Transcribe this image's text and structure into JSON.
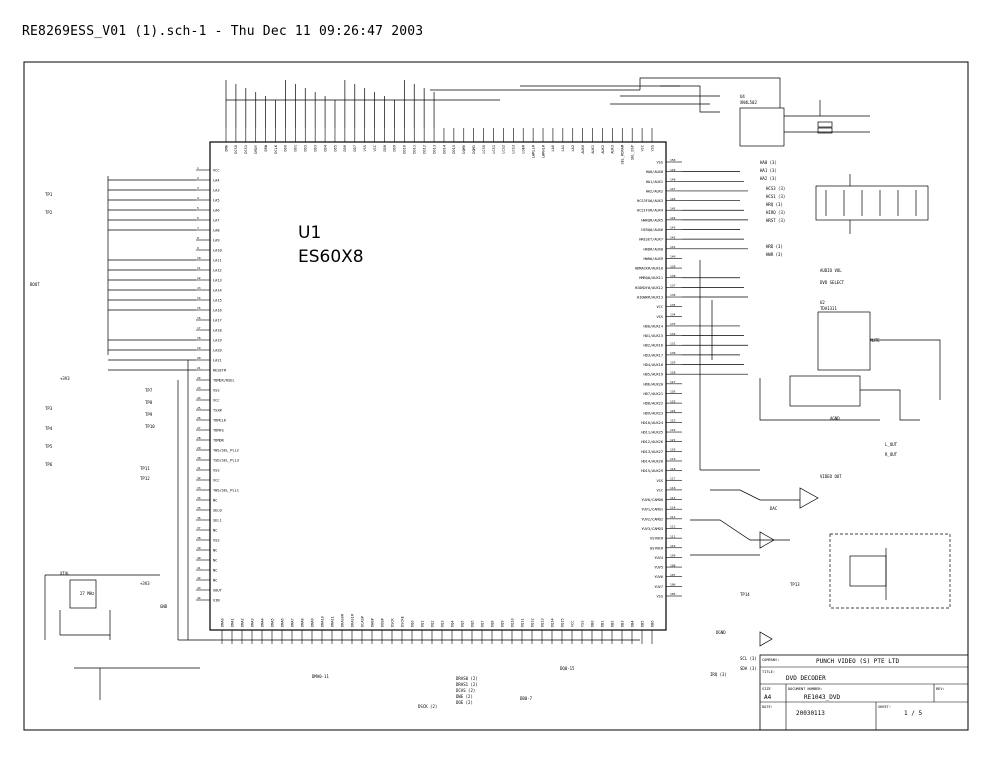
{
  "page_header": "RE8269ESS_V01 (1).sch-1 - Thu Dec 11 09:26:47 2003",
  "chip": {
    "ref": "U1",
    "part": "ES60X8"
  },
  "left_pins": [
    "VCC",
    "LA4",
    "LA3",
    "LA5",
    "LA6",
    "LA7",
    "LA8",
    "LA9",
    "LA10",
    "LA11",
    "LA12",
    "LA13",
    "LA14",
    "LA15",
    "LA16",
    "LA17",
    "LA18",
    "LA19",
    "LA20",
    "LA21",
    "RESET#",
    "TDMDX/RSEL",
    "VSS",
    "VCC",
    "TSX#",
    "TDMCLK",
    "TDMFS",
    "TDMDR",
    "TWS/SEL_PLL2",
    "TSD/SEL_PLL3",
    "VSS",
    "VCC",
    "TWS/SEL_PLL1",
    "NC",
    "SEL0",
    "SEL1",
    "NC",
    "VSS",
    "NC",
    "NC",
    "NC",
    "NC",
    "XOUT",
    "XIN"
  ],
  "right_pins": [
    "VSS",
    "HA0/AUX0",
    "HA1/AUX1",
    "HA2/AUX2",
    "HCS3FX#/AUX3",
    "HCS1FX#/AUX4",
    "HWRQ#/AUX5",
    "HIRQ#/AUX6",
    "HRESET/AUX7",
    "HRD#/AUX8",
    "HWR#/AUX9",
    "HDMACK#/AUX10",
    "HMRQ#/AUX11",
    "HIORDY#/AUX12",
    "HIOWR#/AUX13",
    "VCC",
    "VSS",
    "HD0/AUX14",
    "HD1/AUX15",
    "HD2/AUX16",
    "HD3/AUX17",
    "HD4/AUX18",
    "HD5/AUX19",
    "HD6/AUX20",
    "HD7/AUX21",
    "HD8/AUX22",
    "HD9/AUX23",
    "HD10/AUX24",
    "HD11/AUX25",
    "HD12/AUX26",
    "HD13/AUX27",
    "HD14/AUX28",
    "HD15/AUX29",
    "VSS",
    "VCC",
    "YUV0/CAMO0",
    "YUV1/CAMO1",
    "YUV2/CAMO2",
    "YUV3/CAMO3",
    "VSYNC#",
    "HSYNC#",
    "YUV4",
    "YUV5",
    "YUV6",
    "YUV7",
    "VSS"
  ],
  "top_pins": [
    "DMA",
    "DCS0",
    "DCS1",
    "DRDY",
    "DRW",
    "DCLK",
    "DD0",
    "DD1",
    "DD2",
    "DD3",
    "DD4",
    "DD5",
    "DD6",
    "DD7",
    "VSS",
    "VCC",
    "DD8",
    "DD9",
    "DD10",
    "DD11",
    "DD12",
    "DD13",
    "DD14",
    "DD15",
    "DQM0",
    "DQM1",
    "LCS0",
    "LCS1",
    "LCS2",
    "LCS3",
    "LOE#",
    "LWRLL#",
    "LWRHL#",
    "LA0",
    "LA1",
    "LA2",
    "AUX0",
    "AUX1",
    "AUX2",
    "AUX3",
    "SEL_RDRAM",
    "SEL_DSP",
    "VCC",
    "VSS"
  ],
  "bottom_pins": [
    "DMA0",
    "DMA1",
    "DMA2",
    "DMA3",
    "DMA4",
    "DMA5",
    "DMA6",
    "DMA7",
    "DMA8",
    "DMA9",
    "DMA10",
    "DMA11",
    "DRAS0#",
    "DRAS1#",
    "DCAS#",
    "DWE#",
    "DOE#",
    "DSCK",
    "DSCKE",
    "DQ0",
    "DQ1",
    "DQ2",
    "DQ3",
    "DQ4",
    "DQ5",
    "DQ6",
    "DQ7",
    "DQ8",
    "DQ9",
    "DQ10",
    "DQ11",
    "DQ12",
    "DQ13",
    "DQ14",
    "DQ15",
    "VCC",
    "VSS",
    "DB0",
    "DB1",
    "DB2",
    "DB3",
    "DB4",
    "DB5",
    "DB6"
  ],
  "left_labels": [
    "TP1",
    "TP2",
    "TP3",
    "TP4",
    "TP5",
    "TP6",
    "TP7",
    "TP8",
    "TP9",
    "TP10",
    "TP11",
    "TP12",
    "+3V3",
    "+3V3",
    "BOOT",
    "XTAL",
    "27 MHz",
    "GND"
  ],
  "right_labels": [
    "HA0 (3)",
    "HA1 (3)",
    "HA2 (3)",
    "HCS3 (3)",
    "HCS1 (3)",
    "HRQ (3)",
    "HIRQ (3)",
    "HRST (3)",
    "HRD (3)",
    "HWR (3)",
    "AUDIO VOL",
    "DVD SELECT",
    "MUTE",
    "L_OUT",
    "R_OUT",
    "VIDEO OUT",
    "TP13",
    "TP14",
    "SCL (3)",
    "SDA (3)",
    "IRQ (3)",
    "DAC",
    "AGND",
    "DGND"
  ],
  "bottom_labels": [
    "DMA0-11",
    "DRAS0 (2)",
    "DRAS1 (2)",
    "DCAS (2)",
    "DWE (2)",
    "DOE (2)",
    "DSCK (2)",
    "DQ0-15",
    "DB0-7"
  ],
  "regulator": {
    "ref": "U4",
    "part": "XN4L502"
  },
  "audio_dac": {
    "ref": "U2",
    "part": "TDA1311"
  },
  "title_block": {
    "company_label": "COMPANY:",
    "company": "PUNCH VIDEO (S) PTE LTD",
    "title_label": "TITLE:",
    "title": "DVD DECODER",
    "size_label": "SIZE",
    "size": "A4",
    "docnum_label": "DOCUMENT NUMBER:",
    "docnum": "RE1043_DVD",
    "rev_label": "REV:",
    "date_label": "DATE:",
    "date": "20030113",
    "sheet_label": "SHEET:",
    "sheet": "1 / 5"
  }
}
